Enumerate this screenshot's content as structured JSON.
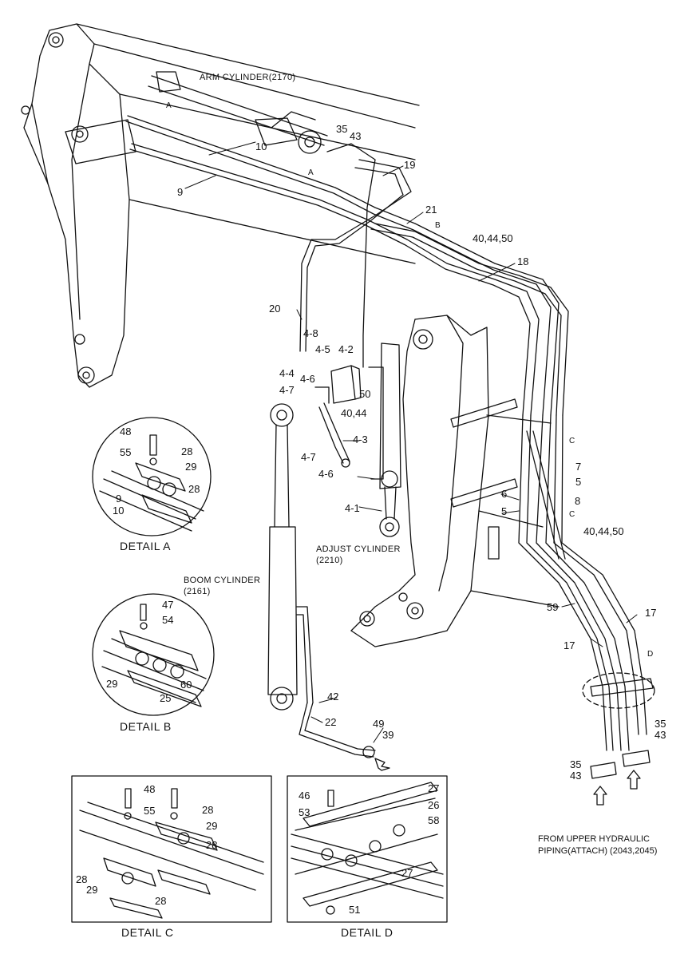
{
  "diagram": {
    "cylinders": {
      "arm": "ARM CYLINDER(2170)",
      "boom_1": "BOOM CYLINDER",
      "boom_2": "(2161)",
      "adjust_1": "ADJUST CYLINDER",
      "adjust_2": "(2210)"
    },
    "section_marks": {
      "a": "A",
      "b": "B",
      "c": "C",
      "d": "D"
    },
    "parts": {
      "p35": "35",
      "p43": "43",
      "p10": "10",
      "p9": "9",
      "p19": "19",
      "p21": "21",
      "p40_44_50": "40,44,50",
      "p18": "18",
      "p20": "20",
      "p4_8": "4-8",
      "p4_5": "4-5",
      "p4_2": "4-2",
      "p4_4": "4-4",
      "p4_6": "4-6",
      "p4_7": "4-7",
      "p50": "50",
      "p40_44": "40,44",
      "p4_3": "4-3",
      "p4_1": "4-1",
      "p7": "7",
      "p5": "5",
      "p6": "6",
      "p8": "8",
      "p59": "59",
      "p17": "17",
      "p42": "42",
      "p22": "22",
      "p49": "49",
      "p39": "39"
    },
    "details": {
      "a": {
        "caption": "DETAIL  A",
        "p48": "48",
        "p55": "55",
        "p28": "28",
        "p29": "29",
        "p9": "9",
        "p10": "10"
      },
      "b": {
        "caption": "DETAIL  B",
        "p47": "47",
        "p54": "54",
        "p29": "29",
        "p60": "60",
        "p25": "25"
      },
      "c": {
        "caption": "DETAIL  C",
        "p48": "48",
        "p55": "55",
        "p28": "28",
        "p29": "29"
      },
      "d": {
        "caption": "DETAIL  D",
        "p27": "27",
        "p46": "46",
        "p26": "26",
        "p53": "53",
        "p58": "58",
        "p51": "51"
      }
    },
    "note": {
      "line1": "FROM UPPER HYDRAULIC",
      "line2": "PIPING(ATTACH) (2043,2045)"
    }
  }
}
